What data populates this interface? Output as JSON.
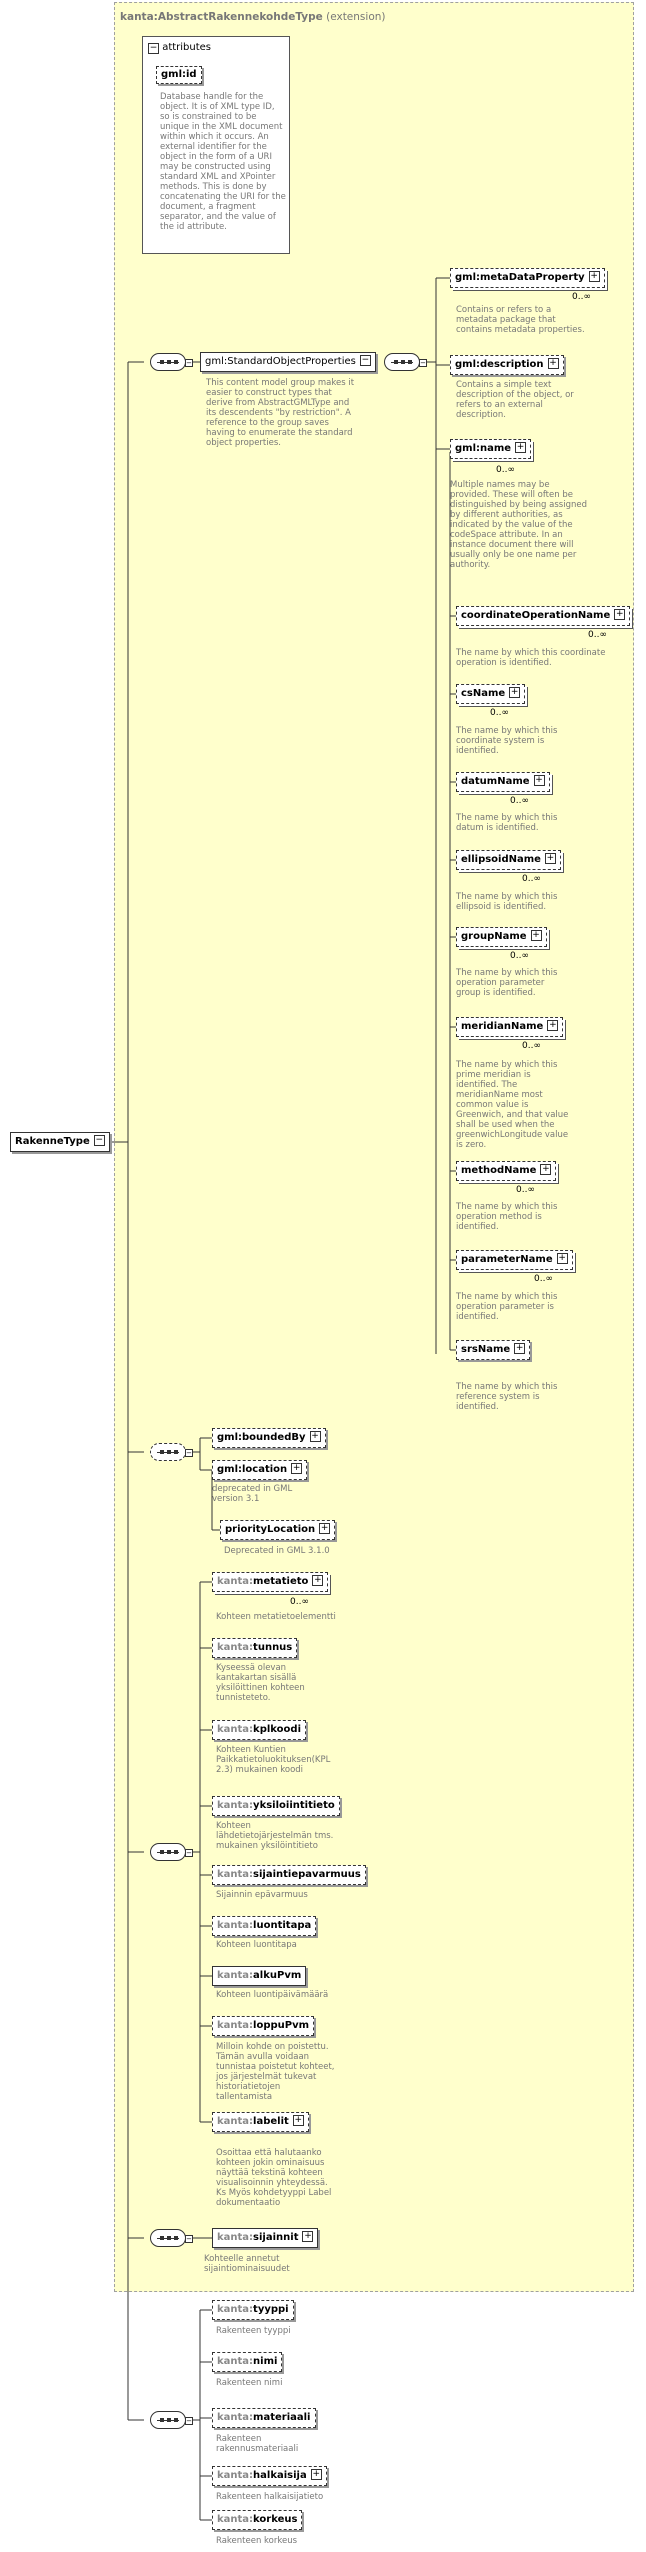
{
  "diagram": {
    "root": {
      "name": "RakenneType"
    },
    "extension": {
      "name": "kanta:AbstractRakennekohdeType",
      "suffix": "(extension)"
    },
    "attributes": {
      "label": "attributes",
      "gml_id": {
        "name": "gml:id",
        "doc": "Database handle for the object.  It is of XML type ID, so is constrained to be unique in the XML document within which it occurs.  An external identifier for the object in the form of a URI may be constructed using standard XML and XPointer methods.  This is done by concatenating the URI for the document, a fragment separator, and the value of the id attribute."
      }
    },
    "standard_group": {
      "name": "gml:StandardObjectProperties",
      "doc": "This content model group makes it easier to construct types that derive from AbstractGMLType and its descendents \"by restriction\".  A reference to the group saves having to enumerate the standard object properties.",
      "children": [
        {
          "name": "gml:metaDataProperty",
          "occ": "0..∞",
          "doc": "Contains or refers to a metadata package that contains metadata properties."
        },
        {
          "name": "gml:description",
          "occ": "",
          "doc": "Contains a simple text description of the object, or refers to an external description."
        },
        {
          "name": "gml:name",
          "occ": "0..∞",
          "doc": "Multiple names may be provided.  These will often be distinguished by being assigned by different authorities, as indicated by the value of the codeSpace attribute.  In an instance document there will usually only be one name per authority."
        },
        {
          "name": "coordinateOperationName",
          "occ": "0..∞",
          "doc": "The name by which this coordinate operation is identified."
        },
        {
          "name": "csName",
          "occ": "0..∞",
          "doc": "The name by which this coordinate system is identified."
        },
        {
          "name": "datumName",
          "occ": "0..∞",
          "doc": "The name by which this datum is identified."
        },
        {
          "name": "ellipsoidName",
          "occ": "0..∞",
          "doc": "The name by which this ellipsoid is identified."
        },
        {
          "name": "groupName",
          "occ": "0..∞",
          "doc": "The name by which this operation parameter group is identified."
        },
        {
          "name": "meridianName",
          "occ": "0..∞",
          "doc": "The name by which this prime meridian is identified. The meridianName most common value is Greenwich, and that value shall be used when the greenwichLongitude value is zero."
        },
        {
          "name": "methodName",
          "occ": "0..∞",
          "doc": "The name by which this operation method is identified."
        },
        {
          "name": "parameterName",
          "occ": "0..∞",
          "doc": "The name by which this operation parameter is identified."
        },
        {
          "name": "srsName",
          "occ": "",
          "doc": "The name by which this reference system is identified."
        }
      ]
    },
    "bounded_group": {
      "children": [
        {
          "name": "gml:boundedBy",
          "occ": "",
          "doc": ""
        },
        {
          "name": "gml:location",
          "occ": "",
          "doc": "deprecated in GML version 3.1"
        },
        {
          "name": "priorityLocation",
          "occ": "",
          "doc": "Deprecated in GML 3.1.0"
        }
      ]
    },
    "kanta_group": {
      "children": [
        {
          "prefix": "kanta:",
          "name": "metatieto",
          "occ": "0..∞",
          "doc": "Kohteen metatietoelementti"
        },
        {
          "prefix": "kanta:",
          "name": "tunnus",
          "occ": "",
          "doc": "Kyseessä olevan kantakartan sisällä yksilöittinen kohteen tunnisteteto."
        },
        {
          "prefix": "kanta:",
          "name": "kplkoodi",
          "occ": "",
          "doc": "Kohteen Kuntien Paikkatietoluokituksen(KPL 2.3) mukainen koodi"
        },
        {
          "prefix": "kanta:",
          "name": "yksiloiintitieto",
          "occ": "",
          "doc": "Kohteen lähdetietojärjestelmän tms. mukainen yksilöintitieto"
        },
        {
          "prefix": "kanta:",
          "name": "sijaintiepavarmuus",
          "occ": "",
          "doc": "Sijainnin epävarmuus"
        },
        {
          "prefix": "kanta:",
          "name": "luontitapa",
          "occ": "",
          "doc": "Kohteen luontitapa"
        },
        {
          "prefix": "kanta:",
          "name": "alkuPvm",
          "occ": "",
          "doc": "Kohteen luontipäivämäärä"
        },
        {
          "prefix": "kanta:",
          "name": "loppuPvm",
          "occ": "",
          "doc": "Milloin kohde on poistettu. Tämän avulla voidaan tunnistaa poistetut kohteet, jos järjestelmät tukevat historiatietojen tallentamista"
        },
        {
          "prefix": "kanta:",
          "name": "labelit",
          "occ": "",
          "doc": "Osoittaa että halutaanko kohteen jokin ominaisuus näyttää tekstinä kohteen visualisoinnin yhteydessä.  Ks Myös kohdetyyppi Label dokumentaatio"
        }
      ]
    },
    "sijainnit_group": {
      "children": [
        {
          "prefix": "kanta:",
          "name": "sijainnit",
          "occ": "",
          "doc": "Kohteelle annetut sijaintiominaisuudet"
        }
      ]
    },
    "rakenne_group": {
      "children": [
        {
          "prefix": "kanta:",
          "name": "tyyppi",
          "occ": "",
          "doc": "Rakenteen tyyppi"
        },
        {
          "prefix": "kanta:",
          "name": "nimi",
          "occ": "",
          "doc": "Rakenteen nimi"
        },
        {
          "prefix": "kanta:",
          "name": "materiaali",
          "occ": "",
          "doc": "Rakenteen rakennusmateriaali"
        },
        {
          "prefix": "kanta:",
          "name": "halkaisija",
          "occ": "",
          "doc": "Rakenteen halkaisijatieto"
        },
        {
          "prefix": "kanta:",
          "name": "korkeus",
          "occ": "",
          "doc": "Rakenteen korkeus"
        }
      ]
    }
  }
}
